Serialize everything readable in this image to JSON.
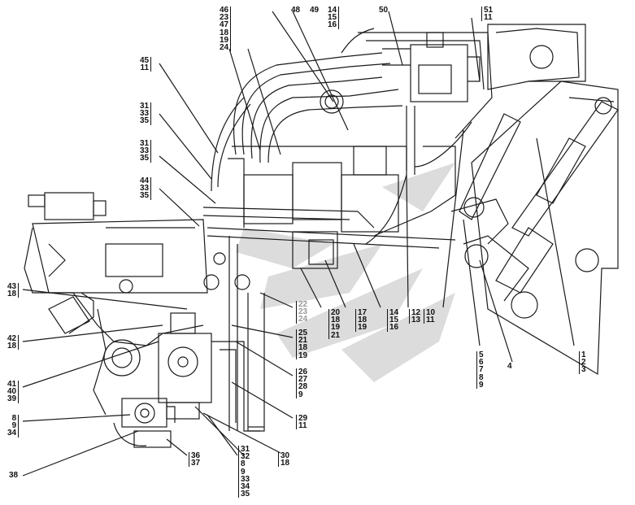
{
  "callouts": [
    {
      "id": "c46",
      "text": "46\n23\n47\n18\n19\n24"
    },
    {
      "id": "c48",
      "text": "48"
    },
    {
      "id": "c49",
      "text": "49"
    },
    {
      "id": "c141516top",
      "text": "14\n15\n16"
    },
    {
      "id": "c50",
      "text": "50"
    },
    {
      "id": "c5111",
      "text": "51\n11"
    },
    {
      "id": "c4511",
      "text": "45\n11"
    },
    {
      "id": "c313335a",
      "text": "31\n33\n35"
    },
    {
      "id": "c313335b",
      "text": "31\n33\n35"
    },
    {
      "id": "c443335",
      "text": "44\n33\n35"
    },
    {
      "id": "c4318",
      "text": "43\n18"
    },
    {
      "id": "c222324",
      "text": "22\n23\n24"
    },
    {
      "id": "c20",
      "text": "20\n18\n19\n21"
    },
    {
      "id": "c17",
      "text": "17\n18\n19"
    },
    {
      "id": "c141516b",
      "text": "14\n15\n16"
    },
    {
      "id": "c1213",
      "text": "12\n13"
    },
    {
      "id": "c1011",
      "text": "10\n11"
    },
    {
      "id": "c4218",
      "text": "42\n18"
    },
    {
      "id": "c25",
      "text": "25\n21\n18\n19"
    },
    {
      "id": "c26",
      "text": "26\n27\n28\n9"
    },
    {
      "id": "c414039",
      "text": "41\n40\n39"
    },
    {
      "id": "c8934",
      "text": "8\n9\n34"
    },
    {
      "id": "c2911",
      "text": "29\n11"
    },
    {
      "id": "c3637",
      "text": "36\n37"
    },
    {
      "id": "c31big",
      "text": "31\n32\n8\n9\n33\n34\n35"
    },
    {
      "id": "c3018",
      "text": "30\n18"
    },
    {
      "id": "c38",
      "text": "38"
    },
    {
      "id": "c56789",
      "text": "5\n6\n7\n8\n9"
    },
    {
      "id": "c4",
      "text": "4"
    },
    {
      "id": "c123",
      "text": "1\n2\n3"
    }
  ],
  "colors": {
    "ink": "#1a1a1a",
    "watermark": "#d9d9d9",
    "background": "#ffffff"
  }
}
